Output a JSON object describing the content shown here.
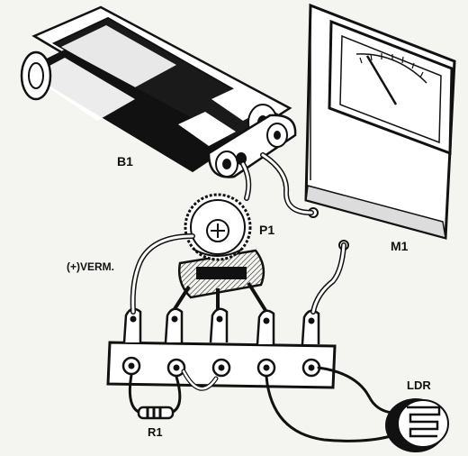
{
  "labels": {
    "battery": "B1",
    "potentiometer": "P1",
    "meter": "M1",
    "red_wire": "(+)VERM.",
    "resistor": "R1",
    "ldr": "LDR"
  },
  "terminal_strip": {
    "terminal_count": 5
  }
}
